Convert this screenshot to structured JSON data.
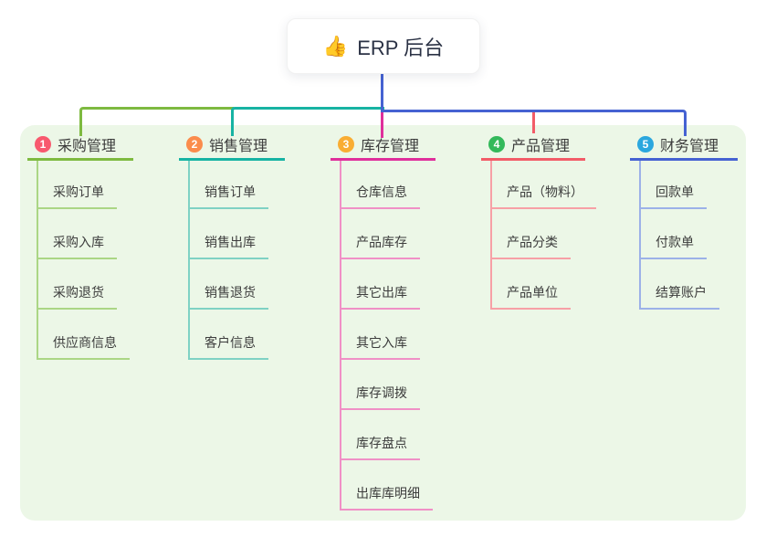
{
  "root": {
    "icon": "👍",
    "label": "ERP 后台"
  },
  "branches": [
    {
      "index": "1",
      "label": "采购管理",
      "badge_color": "#f8596e",
      "line_color": "#7eba40",
      "child_line_color": "#abd685",
      "children": [
        "采购订单",
        "采购入库",
        "采购退货",
        "供应商信息"
      ]
    },
    {
      "index": "2",
      "label": "销售管理",
      "badge_color": "#fb8c4c",
      "line_color": "#17b3a3",
      "child_line_color": "#7fd2c4",
      "children": [
        "销售订单",
        "销售出库",
        "销售退货",
        "客户信息"
      ]
    },
    {
      "index": "3",
      "label": "库存管理",
      "badge_color": "#f9ad33",
      "line_color": "#df2f9b",
      "child_line_color": "#f090c6",
      "children": [
        "仓库信息",
        "产品库存",
        "其它出库",
        "其它入库",
        "库存调拨",
        "库存盘点",
        "出库库明细"
      ]
    },
    {
      "index": "4",
      "label": "产品管理",
      "badge_color": "#33b95a",
      "line_color": "#f25c68",
      "child_line_color": "#f7a0a6",
      "children": [
        "产品（物料）",
        "产品分类",
        "产品单位"
      ]
    },
    {
      "index": "5",
      "label": "财务管理",
      "badge_color": "#2ba7de",
      "line_color": "#4562d2",
      "child_line_color": "#9cb1e8",
      "children": [
        "回款单",
        "付款单",
        "结算账户"
      ]
    }
  ],
  "colors": {
    "panel_bg": "#ecf7e7",
    "root_connector": "#4562d2",
    "text": "#3c3c3c"
  }
}
